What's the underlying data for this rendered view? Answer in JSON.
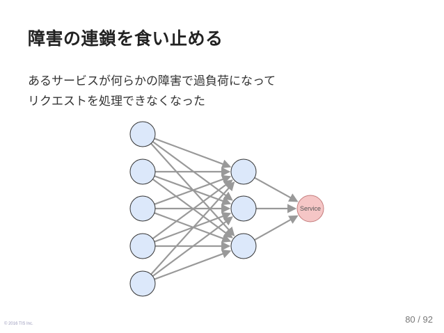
{
  "slide": {
    "title": "障害の連鎖を食い止める",
    "body": [
      "あるサービスが何らかの障害で過負荷になって",
      "リクエストを処理できなくなった"
    ],
    "page_current": "80",
    "page_separator": "/",
    "page_total": "92",
    "copyright": "© 2016 TIS Inc."
  },
  "diagram": {
    "colors": {
      "node_fill": "#dce8fa",
      "node_stroke": "#333333",
      "service_fill": "#f5c6c6",
      "service_stroke": "#c47c7c",
      "edge": "#999999"
    },
    "layers": [
      {
        "id": "input",
        "count": 5
      },
      {
        "id": "hidden",
        "count": 3
      },
      {
        "id": "output",
        "count": 1,
        "labels": [
          "Service"
        ]
      }
    ],
    "connections": "fully-connected"
  }
}
